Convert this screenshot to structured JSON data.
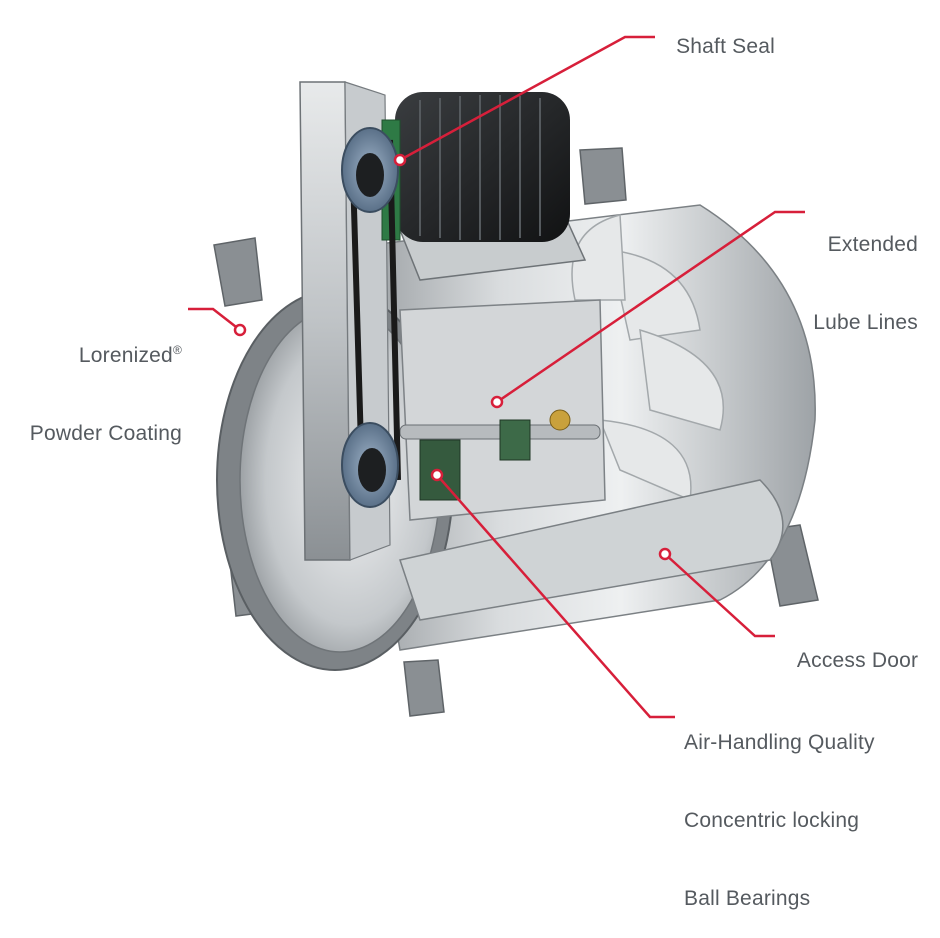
{
  "accent_color": "#d71f3a",
  "callouts": [
    {
      "id": "shaft-seal",
      "lines": [
        "Shaft Seal"
      ]
    },
    {
      "id": "extended-lube-lines",
      "lines": [
        "Extended",
        "Lube Lines"
      ]
    },
    {
      "id": "powder-coating",
      "lines": [
        "Lorenized®",
        "Powder Coating"
      ]
    },
    {
      "id": "access-door",
      "lines": [
        "Access Door"
      ]
    },
    {
      "id": "bearings",
      "lines": [
        "Air-Handling Quality",
        "Concentric locking",
        "Ball Bearings"
      ]
    }
  ],
  "illustration": {
    "subject": "belt-drive tubeaxial fan cutaway",
    "icon": "fan-cutaway-illustration"
  }
}
